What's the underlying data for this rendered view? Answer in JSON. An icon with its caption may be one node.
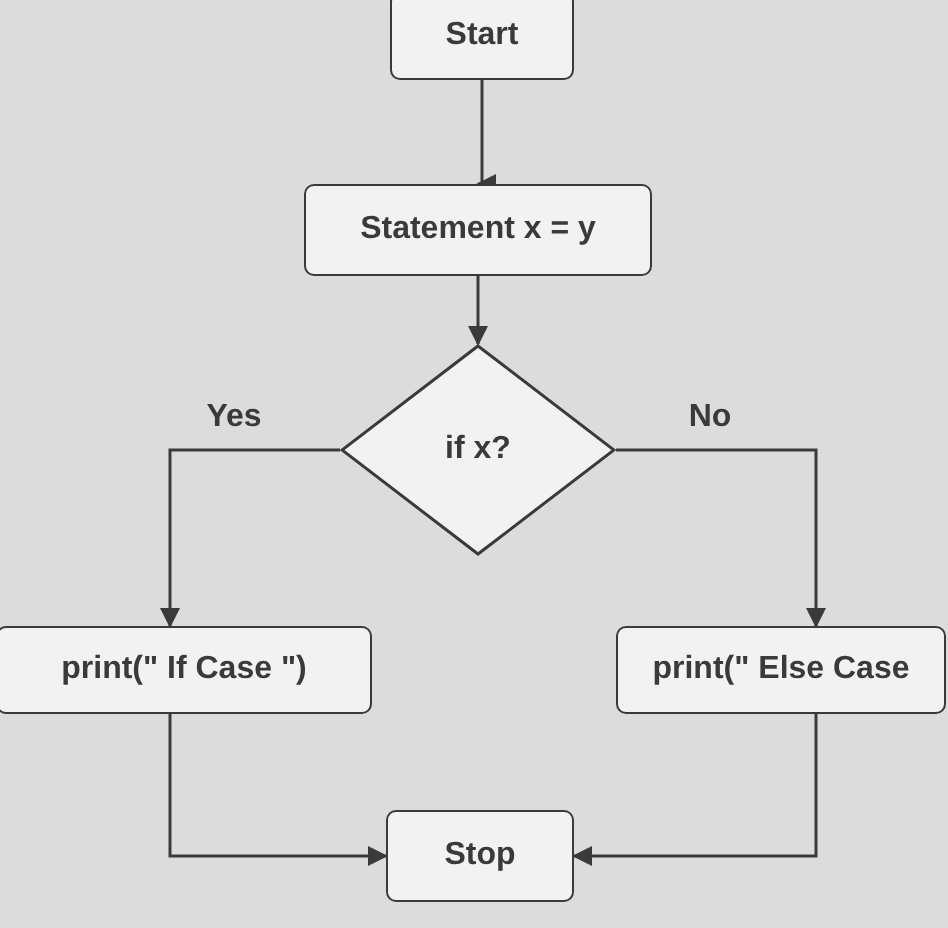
{
  "diagram": {
    "nodes": [
      {
        "text": [
          "Start"
        ]
      },
      {
        "text": [
          "Statement x = y"
        ]
      },
      {
        "text": [
          "if x?"
        ]
      },
      {
        "text": [
          "print(\" If Case \")"
        ]
      },
      {
        "text": [
          "print(\" Else Case"
        ]
      },
      {
        "text": [
          "Stop"
        ]
      }
    ],
    "edges": [
      {
        "from": 0,
        "to": 1,
        "arrow": "to"
      },
      {
        "from": 1,
        "to": 2,
        "arrow": "to"
      },
      {
        "from": 2,
        "to": 3,
        "arrow": "to",
        "label": "Yes"
      },
      {
        "from": 2,
        "to": 4,
        "arrow": "to",
        "label": "No"
      },
      {
        "from": 3,
        "to": 5,
        "arrow": "to"
      },
      {
        "from": 4,
        "to": 5,
        "arrow": "to"
      }
    ]
  }
}
